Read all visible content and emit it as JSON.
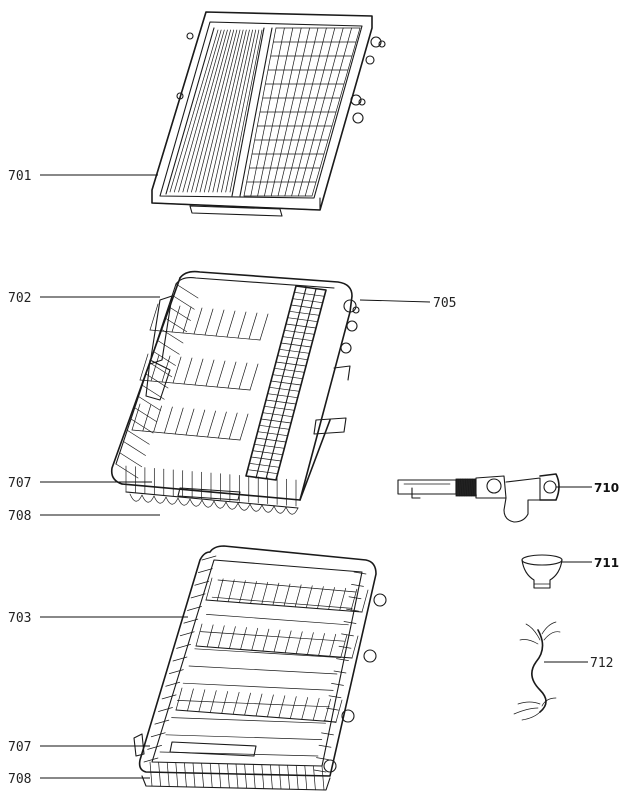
{
  "callouts": [
    {
      "id": "701",
      "label": "701"
    },
    {
      "id": "702",
      "label": "702"
    },
    {
      "id": "705",
      "label": "705"
    },
    {
      "id": "707a",
      "label": "707"
    },
    {
      "id": "708a",
      "label": "708"
    },
    {
      "id": "710",
      "label": "710"
    },
    {
      "id": "711",
      "label": "711"
    },
    {
      "id": "703",
      "label": "703"
    },
    {
      "id": "712",
      "label": "712"
    },
    {
      "id": "707b",
      "label": "707"
    },
    {
      "id": "708b",
      "label": "708"
    }
  ],
  "brand_mark": "",
  "colors": {
    "ink": "#1a1a1a",
    "background": "#ffffff"
  }
}
